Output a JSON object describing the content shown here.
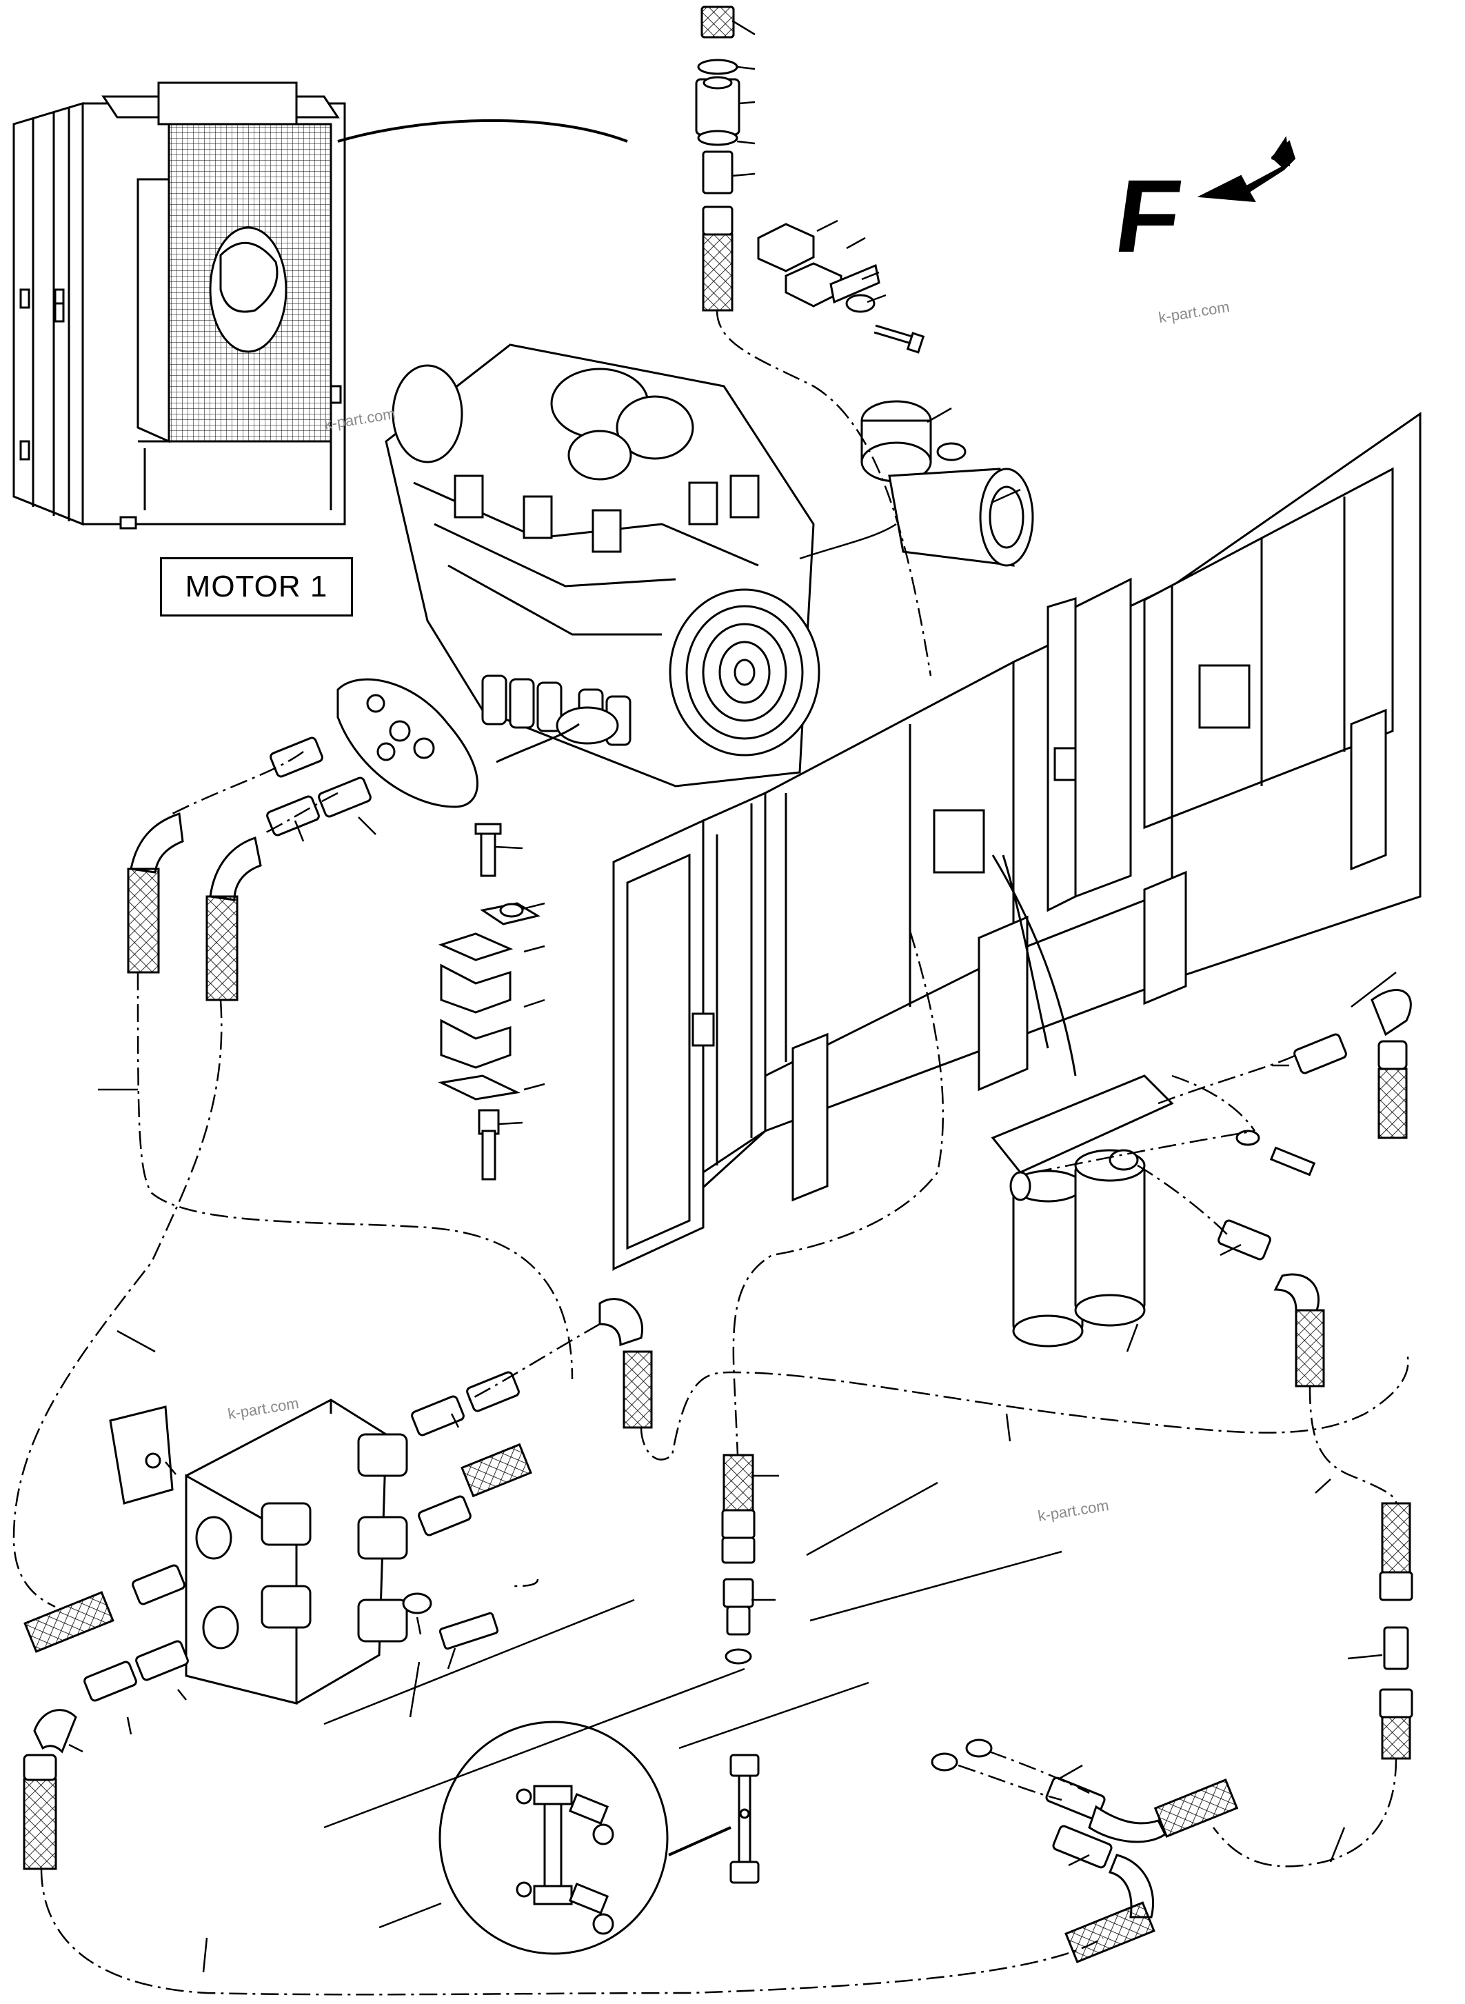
{
  "labels": {
    "engine_label": "MOTOR 1",
    "direction_letter": "F"
  },
  "watermarks": [
    "k-part.com",
    "k-part.com",
    "k-part.com",
    "k-part.com"
  ],
  "colors": {
    "line": "#000000",
    "background": "#ffffff",
    "watermark": "#8a8a8a"
  },
  "icons": {
    "direction_arrow": "arrow-up-right-icon",
    "hose_braid": "crosshatch-pattern"
  }
}
